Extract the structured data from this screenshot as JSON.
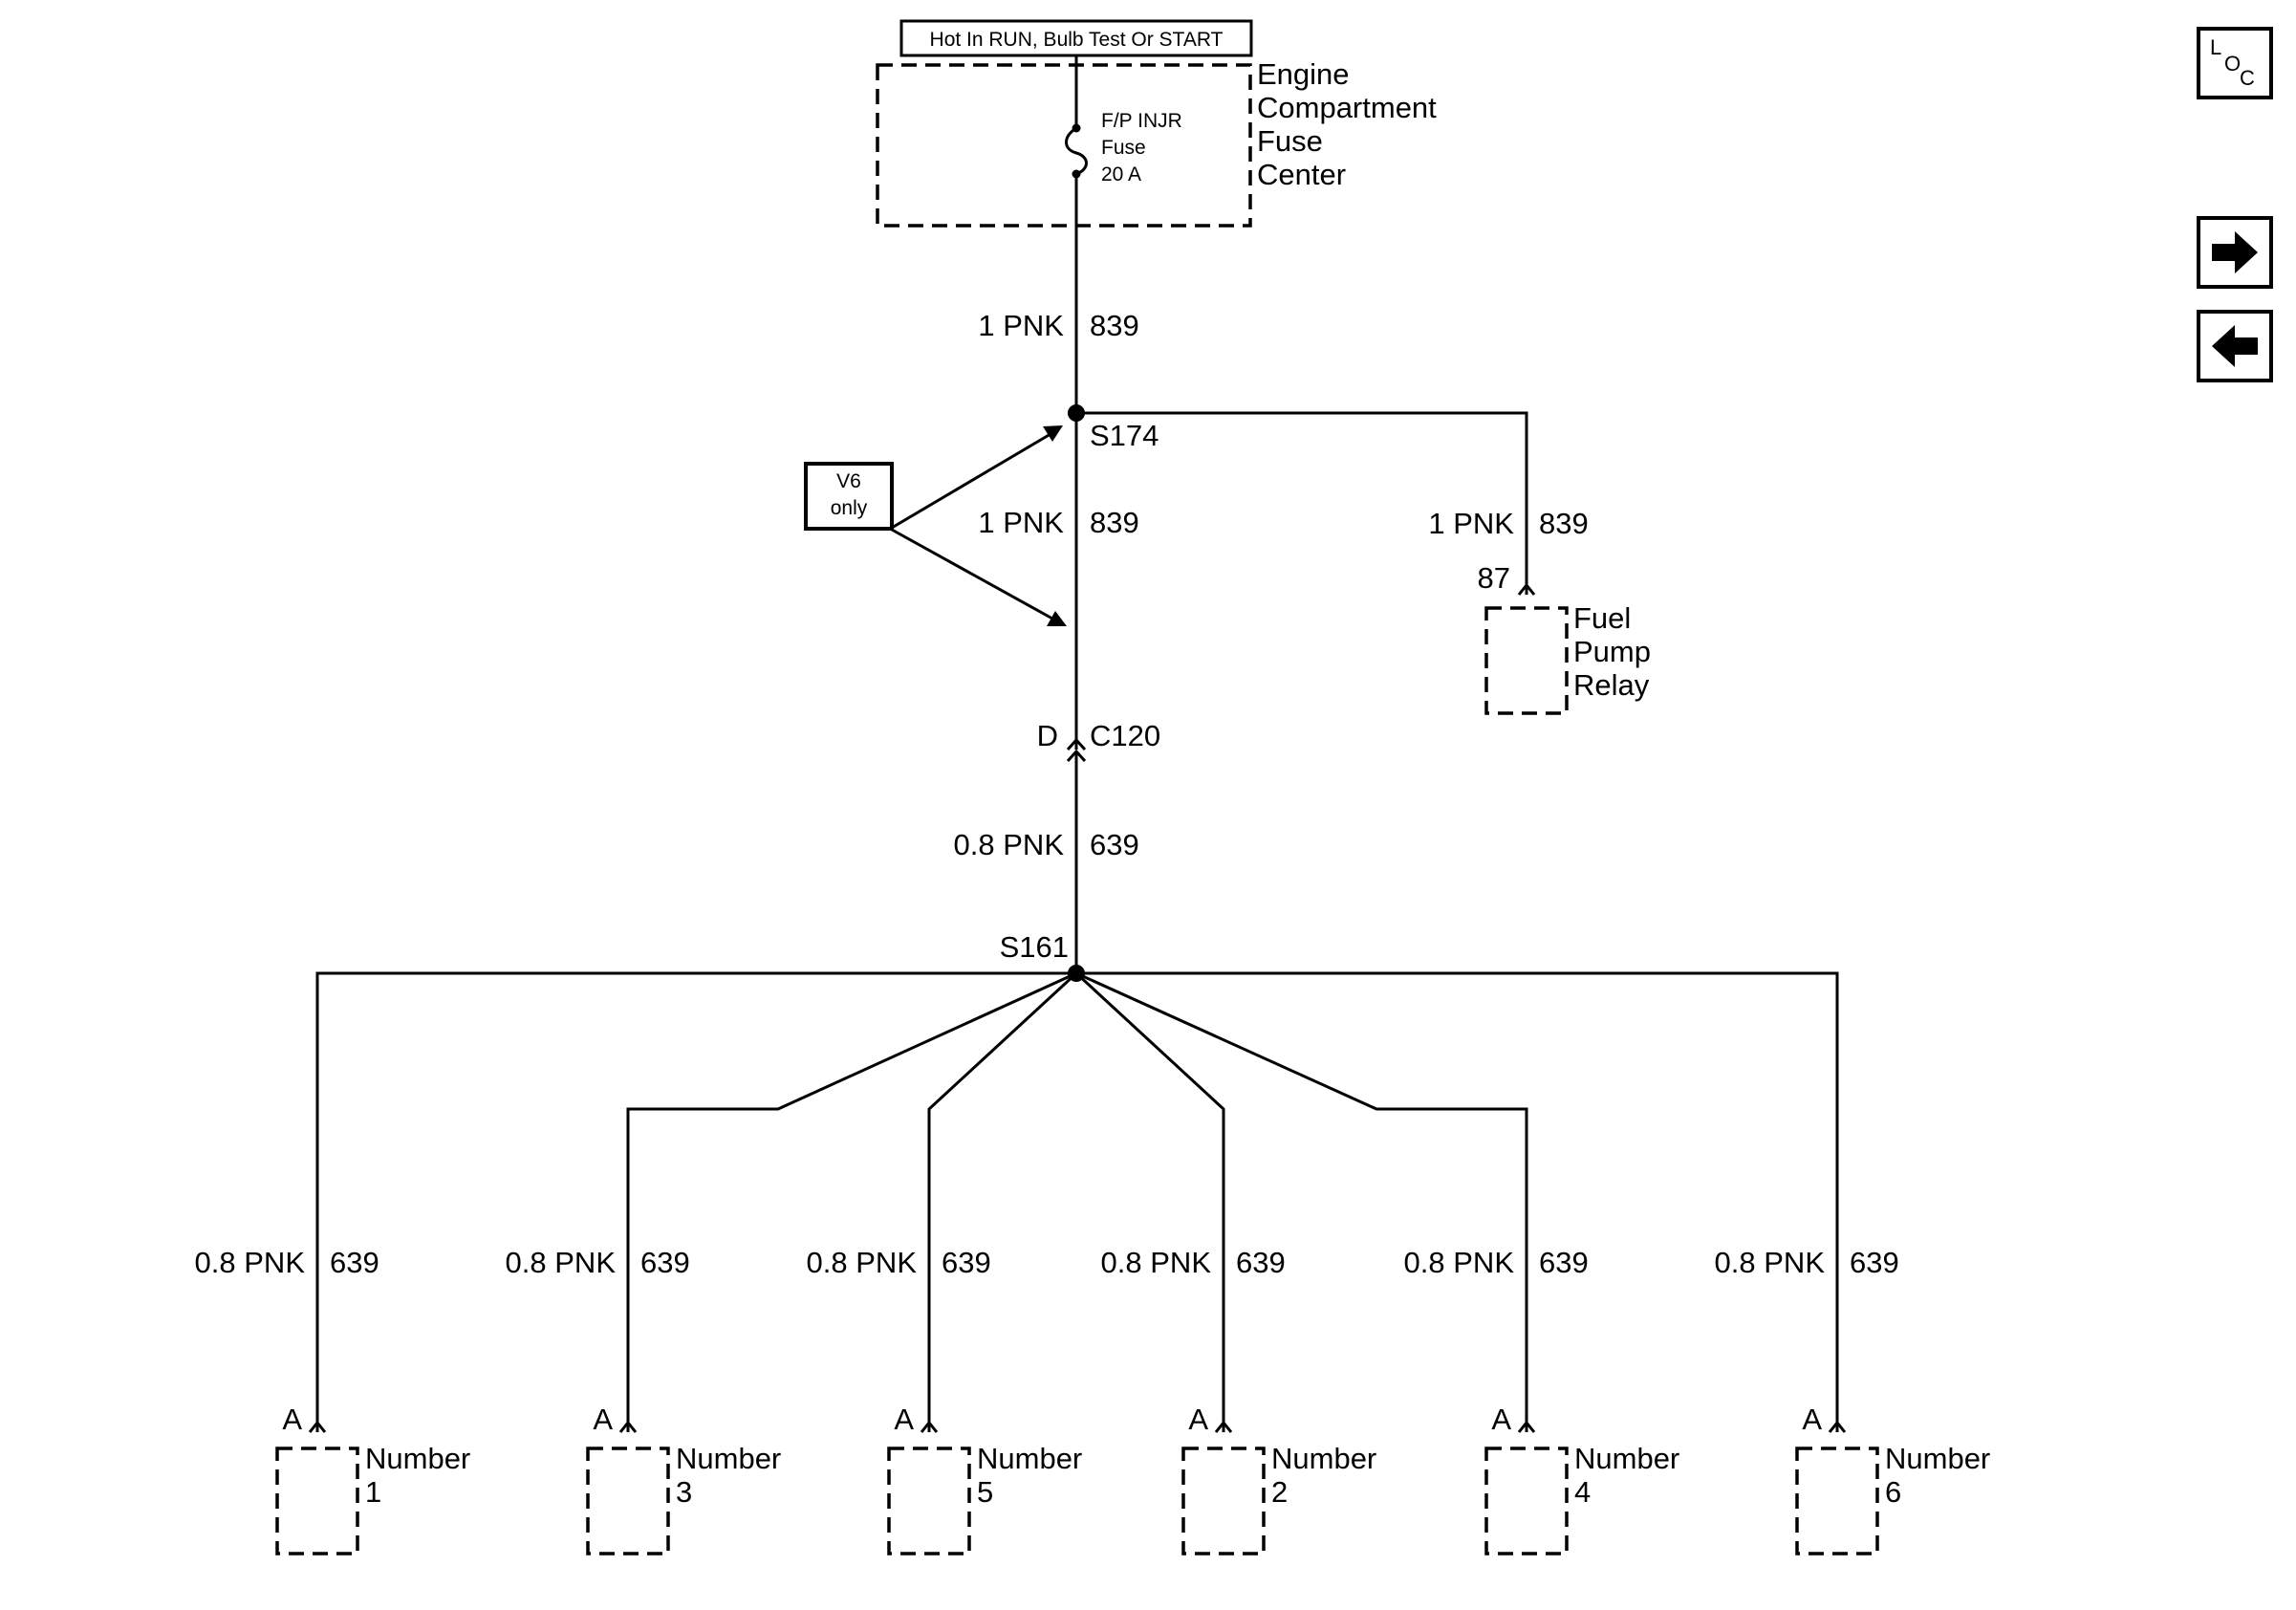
{
  "header": {
    "power_label": "Hot In RUN, Bulb Test Or START"
  },
  "fuse_center": {
    "name_lines": [
      "Engine",
      "Compartment",
      "Fuse",
      "Center"
    ],
    "fuse_lines": [
      "F/P INJR",
      "Fuse",
      "20 A"
    ]
  },
  "wires": {
    "top": {
      "gauge": "1 PNK",
      "circuit": "839"
    },
    "mid": {
      "gauge": "1 PNK",
      "circuit": "839"
    },
    "relay": {
      "gauge": "1 PNK",
      "circuit": "839"
    },
    "lower": {
      "gauge": "0.8 PNK",
      "circuit": "639"
    }
  },
  "splices": {
    "upper": "S174",
    "lower": "S161"
  },
  "connector": {
    "pin": "D",
    "name": "C120"
  },
  "note": {
    "lines": [
      "V6",
      "only"
    ]
  },
  "relay": {
    "pin": "87",
    "name_lines": [
      "Fuel",
      "Pump",
      "Relay"
    ]
  },
  "injectors": [
    {
      "pin": "A",
      "label": "Number",
      "num": "1",
      "gauge": "0.8 PNK",
      "circuit": "639"
    },
    {
      "pin": "A",
      "label": "Number",
      "num": "3",
      "gauge": "0.8 PNK",
      "circuit": "639"
    },
    {
      "pin": "A",
      "label": "Number",
      "num": "5",
      "gauge": "0.8 PNK",
      "circuit": "639"
    },
    {
      "pin": "A",
      "label": "Number",
      "num": "2",
      "gauge": "0.8 PNK",
      "circuit": "639"
    },
    {
      "pin": "A",
      "label": "Number",
      "num": "4",
      "gauge": "0.8 PNK",
      "circuit": "639"
    },
    {
      "pin": "A",
      "label": "Number",
      "num": "6",
      "gauge": "0.8 PNK",
      "circuit": "639"
    }
  ],
  "nav": {
    "loc": {
      "l": "L",
      "o": "O",
      "c": "C"
    },
    "next_icon": "arrow-right-icon",
    "prev_icon": "arrow-left-icon"
  }
}
